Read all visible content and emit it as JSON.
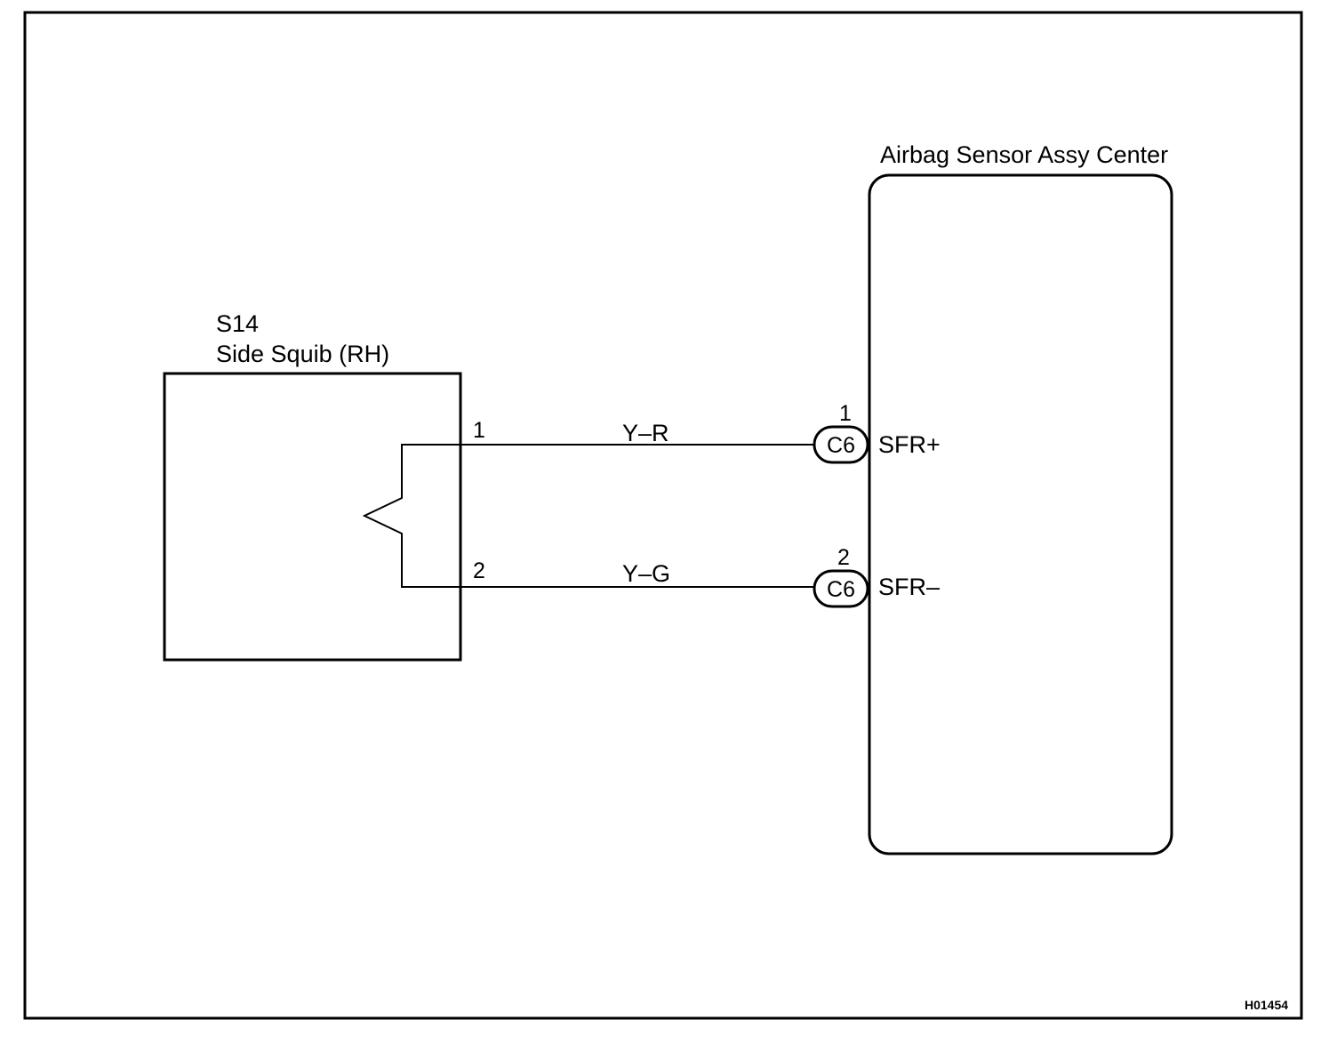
{
  "diagram": {
    "image_code": "H01454",
    "component_left": {
      "id": "S14",
      "name": "Side Squib (RH)"
    },
    "component_right": {
      "name": "Airbag Sensor Assy Center"
    },
    "wires": [
      {
        "color_code": "Y–R",
        "pin_left": "1",
        "connector": "C6",
        "pin_right": "1",
        "terminal": "SFR+"
      },
      {
        "color_code": "Y–G",
        "pin_left": "2",
        "connector": "C6",
        "pin_right": "2",
        "terminal": "SFR–"
      }
    ]
  }
}
